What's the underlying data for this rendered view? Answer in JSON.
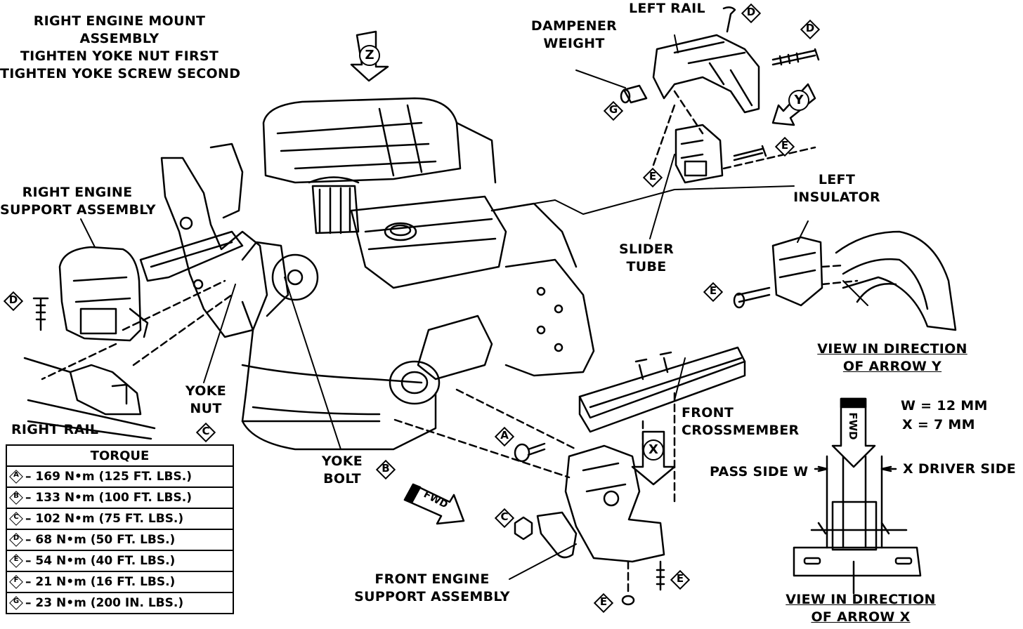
{
  "labels": {
    "mount_line1": "RIGHT ENGINE MOUNT",
    "mount_line2": "ASSEMBLY",
    "mount_line3": "TIGHTEN YOKE NUT FIRST",
    "mount_line4": "TIGHTEN YOKE SCREW SECOND",
    "right_support_1": "RIGHT ENGINE",
    "right_support_2": "SUPPORT ASSEMBLY",
    "right_rail": "RIGHT RAIL",
    "yoke_nut_1": "YOKE",
    "yoke_nut_2": "NUT",
    "yoke_bolt_1": "YOKE",
    "yoke_bolt_2": "BOLT",
    "dampener_1": "DAMPENER",
    "dampener_2": "WEIGHT",
    "left_rail": "LEFT RAIL",
    "left_insulator_1": "LEFT",
    "left_insulator_2": "INSULATOR",
    "slider_1": "SLIDER",
    "slider_2": "TUBE",
    "view_y_1": "VIEW IN DIRECTION",
    "view_y_2": "OF ARROW Y",
    "front_cross_1": "FRONT",
    "front_cross_2": "CROSSMEMBER",
    "w_spec": "W = 12 MM",
    "x_spec": "X = 7 MM",
    "pass_side": "PASS SIDE W",
    "driver_side": "X DRIVER SIDE",
    "front_support_1": "FRONT ENGINE",
    "front_support_2": "SUPPORT ASSEMBLY",
    "view_x_1": "VIEW IN DIRECTION",
    "view_x_2": "OF ARROW X",
    "fwd": "FWD"
  },
  "callouts": {
    "A": "A",
    "B": "B",
    "C": "C",
    "D": "D",
    "E": "E",
    "G": "G",
    "X": "X",
    "Y": "Y",
    "Z": "Z"
  },
  "torque": {
    "header": "TORQUE",
    "rows": [
      {
        "key": "A",
        "value": "– 169 N•m (125 FT. LBS.)"
      },
      {
        "key": "B",
        "value": "– 133 N•m (100 FT. LBS.)"
      },
      {
        "key": "C",
        "value": "– 102 N•m (75 FT. LBS.)"
      },
      {
        "key": "D",
        "value": "– 68 N•m (50 FT. LBS.)"
      },
      {
        "key": "E",
        "value": "– 54 N•m (40 FT. LBS.)"
      },
      {
        "key": "F",
        "value": "– 21 N•m (16 FT. LBS.)"
      },
      {
        "key": "G",
        "value": "– 23 N•m (200 IN. LBS.)"
      }
    ]
  }
}
